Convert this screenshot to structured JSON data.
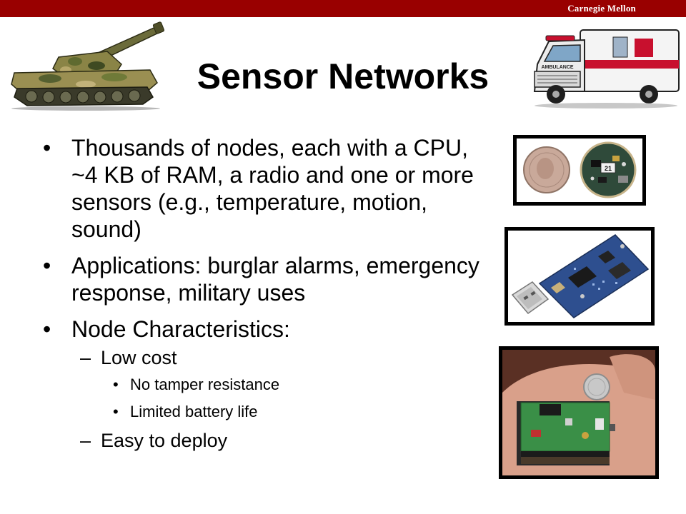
{
  "header": {
    "brand": "Carnegie Mellon",
    "bar_color": "#990000"
  },
  "title": "Sensor Networks",
  "bullets": [
    {
      "text": "Thousands of nodes, each with a CPU, ~4 KB of RAM, a radio and one or more sensors (e.g., temperature, motion, sound)"
    },
    {
      "text": "Applications: burglar alarms, emergency response, military uses"
    },
    {
      "text": "Node Characteristics:",
      "sub": [
        {
          "text": "Low cost",
          "sub": [
            "No tamper resistance",
            "Limited battery life"
          ]
        },
        {
          "text": "Easy to deploy"
        }
      ]
    }
  ],
  "images": {
    "mote_label": "21",
    "ambulance_label": "AMBULANCE",
    "tank_icon": "tank-clipart",
    "ambulance_icon": "ambulance-clipart",
    "photos": [
      "sensor-mote-photo",
      "usb-sensor-board-photo",
      "sensor-node-in-hand-photo"
    ]
  }
}
